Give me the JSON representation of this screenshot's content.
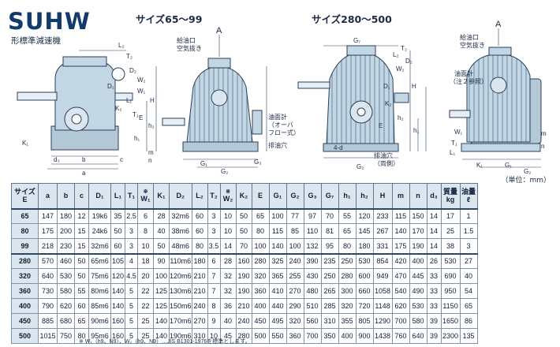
{
  "header": {
    "brand": "SUHW",
    "subtitle": "形標準減速機",
    "size_small": "サイズ65～99",
    "size_large": "サイズ280～500",
    "unit": "（単位：mm）"
  },
  "drawings": {
    "left": {
      "labels": [
        "A",
        "給油口",
        "空気抜き",
        "油面計",
        "（オーバ",
        "フロー式）",
        "排油穴",
        "d₃",
        "b",
        "a",
        "c",
        "G₁",
        "G₂",
        "G₃",
        "K₁",
        "K₂",
        "D₁",
        "D₂",
        "L₁",
        "L₂",
        "T₁",
        "T₂",
        "W₁",
        "W₂",
        "E",
        "H",
        "h₁",
        "h₂",
        "n",
        "m"
      ]
    },
    "right": {
      "labels": [
        "A",
        "給油口",
        "空気抜き",
        "油面計",
        "（注２参照）",
        "4-d",
        "排油穴",
        "（両側）",
        "G₇",
        "G₁",
        "G₂",
        "K₁",
        "K₂",
        "D₁",
        "D₂",
        "L₁",
        "L₂",
        "T₁",
        "T₂",
        "W₁",
        "W₂",
        "H",
        "h₁",
        "h₂",
        "E",
        "m",
        "n"
      ]
    }
  },
  "table": {
    "headers": [
      {
        "main": "サイズ",
        "sub": "E"
      },
      {
        "main": "a"
      },
      {
        "main": "b"
      },
      {
        "main": "c"
      },
      {
        "main": "D₁"
      },
      {
        "main": "L₁"
      },
      {
        "main": "T₁"
      },
      {
        "main": "W₁",
        "mark": "※"
      },
      {
        "main": "K₁"
      },
      {
        "main": "D₂"
      },
      {
        "main": "L₂"
      },
      {
        "main": "T₂"
      },
      {
        "main": "W₂",
        "mark": "※"
      },
      {
        "main": "K₂"
      },
      {
        "main": "E"
      },
      {
        "main": "G₁"
      },
      {
        "main": "G₂"
      },
      {
        "main": "G₃"
      },
      {
        "main": "G₇"
      },
      {
        "main": "h₁"
      },
      {
        "main": "h₂"
      },
      {
        "main": "H"
      },
      {
        "main": "m"
      },
      {
        "main": "n"
      },
      {
        "main": "d₃"
      },
      {
        "main": "質量",
        "sub": "kg"
      },
      {
        "main": "油量",
        "sub": "ℓ"
      }
    ],
    "rows": [
      [
        "65",
        "147",
        "180",
        "12",
        "19k6",
        "35",
        "2.5",
        "6",
        "28",
        "32m6",
        "60",
        "3",
        "10",
        "50",
        "65",
        "100",
        "77",
        "97",
        "70",
        "55",
        "120",
        "233",
        "115",
        "150",
        "14",
        "17",
        "1"
      ],
      [
        "80",
        "175",
        "200",
        "15",
        "24k6",
        "50",
        "3",
        "8",
        "40",
        "38m6",
        "60",
        "3",
        "10",
        "50",
        "80",
        "115",
        "85",
        "110",
        "81",
        "65",
        "145",
        "267",
        "140",
        "170",
        "14",
        "25",
        "1.5"
      ],
      [
        "99",
        "218",
        "230",
        "15",
        "32m6",
        "60",
        "3",
        "10",
        "50",
        "48m6",
        "80",
        "3.5",
        "14",
        "70",
        "100",
        "140",
        "100",
        "132",
        "95",
        "80",
        "180",
        "331",
        "175",
        "190",
        "14",
        "38",
        "3"
      ],
      [
        "280",
        "570",
        "460",
        "50",
        "65m6",
        "105",
        "4",
        "18",
        "90",
        "110m6",
        "180",
        "6",
        "28",
        "160",
        "280",
        "325",
        "240",
        "390",
        "235",
        "250",
        "530",
        "854",
        "420",
        "400",
        "26",
        "530",
        "27"
      ],
      [
        "320",
        "640",
        "530",
        "50",
        "75m6",
        "120",
        "4.5",
        "20",
        "100",
        "120m6",
        "210",
        "7",
        "32",
        "190",
        "320",
        "365",
        "255",
        "430",
        "250",
        "280",
        "600",
        "949",
        "470",
        "445",
        "33",
        "690",
        "40"
      ],
      [
        "360",
        "730",
        "580",
        "55",
        "80m6",
        "140",
        "5",
        "22",
        "125",
        "130m6",
        "210",
        "7",
        "32",
        "190",
        "360",
        "410",
        "270",
        "480",
        "265",
        "300",
        "660",
        "1058",
        "540",
        "490",
        "33",
        "950",
        "54"
      ],
      [
        "400",
        "790",
        "620",
        "60",
        "85m6",
        "140",
        "5",
        "22",
        "125",
        "150m6",
        "240",
        "8",
        "36",
        "210",
        "400",
        "440",
        "290",
        "510",
        "285",
        "320",
        "720",
        "1148",
        "620",
        "530",
        "33",
        "1150",
        "65"
      ],
      [
        "450",
        "885",
        "680",
        "65",
        "90m6",
        "160",
        "5",
        "25",
        "140",
        "170m6",
        "270",
        "9",
        "40",
        "240",
        "450",
        "495",
        "320",
        "560",
        "310",
        "355",
        "805",
        "1290",
        "700",
        "580",
        "39",
        "1650",
        "86"
      ],
      [
        "500",
        "1015",
        "750",
        "80",
        "95m6",
        "160",
        "5",
        "25",
        "140",
        "190m6",
        "310",
        "10",
        "45",
        "280",
        "500",
        "550",
        "360",
        "700",
        "350",
        "400",
        "900",
        "1438",
        "760",
        "640",
        "39",
        "2300",
        "135"
      ]
    ]
  },
  "footnote": "※ W₁（h9、N9）、W₂（h9、N9）…JIS B1301-1976を標準とします。",
  "colors": {
    "body": "#c3d6e3",
    "outline": "#2b3f5c",
    "header_bg": "#dbe6ef",
    "shaft": "#e6eef5"
  }
}
